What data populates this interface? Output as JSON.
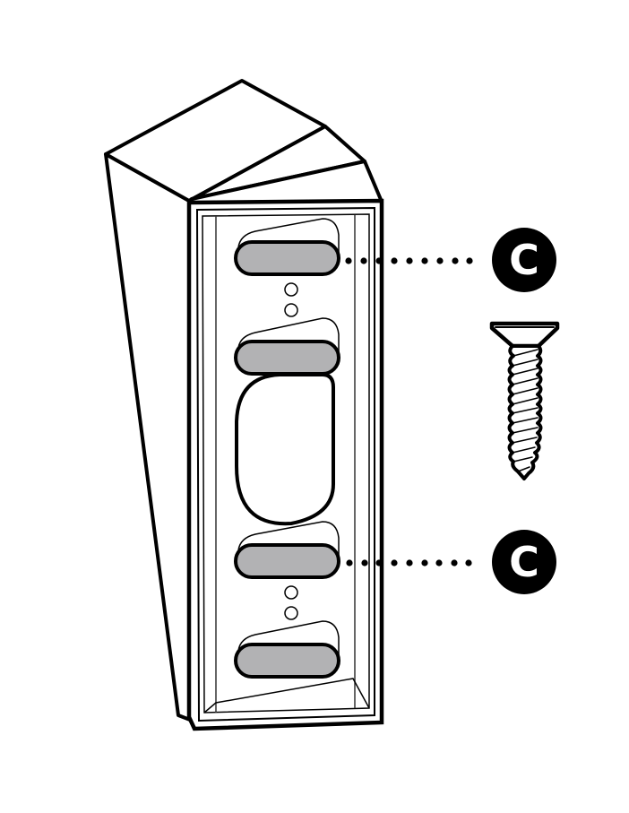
{
  "diagram": {
    "subject": "wedge mounting bracket (rear view) with screws",
    "colors": {
      "line": "#000000",
      "background": "#ffffff",
      "slot_fill": "#b2b2b4",
      "label_bg": "#000000",
      "label_text": "#ffffff"
    },
    "callouts": [
      {
        "id": "top",
        "label": "C",
        "target": "upper screw slot"
      },
      {
        "id": "bottom",
        "label": "C",
        "target": "lower-middle screw slot"
      }
    ],
    "parts": {
      "screw": "countersunk wood screw",
      "slots_count": 4,
      "small_holes_count": 4,
      "center_opening": "wire pass-through opening"
    }
  }
}
